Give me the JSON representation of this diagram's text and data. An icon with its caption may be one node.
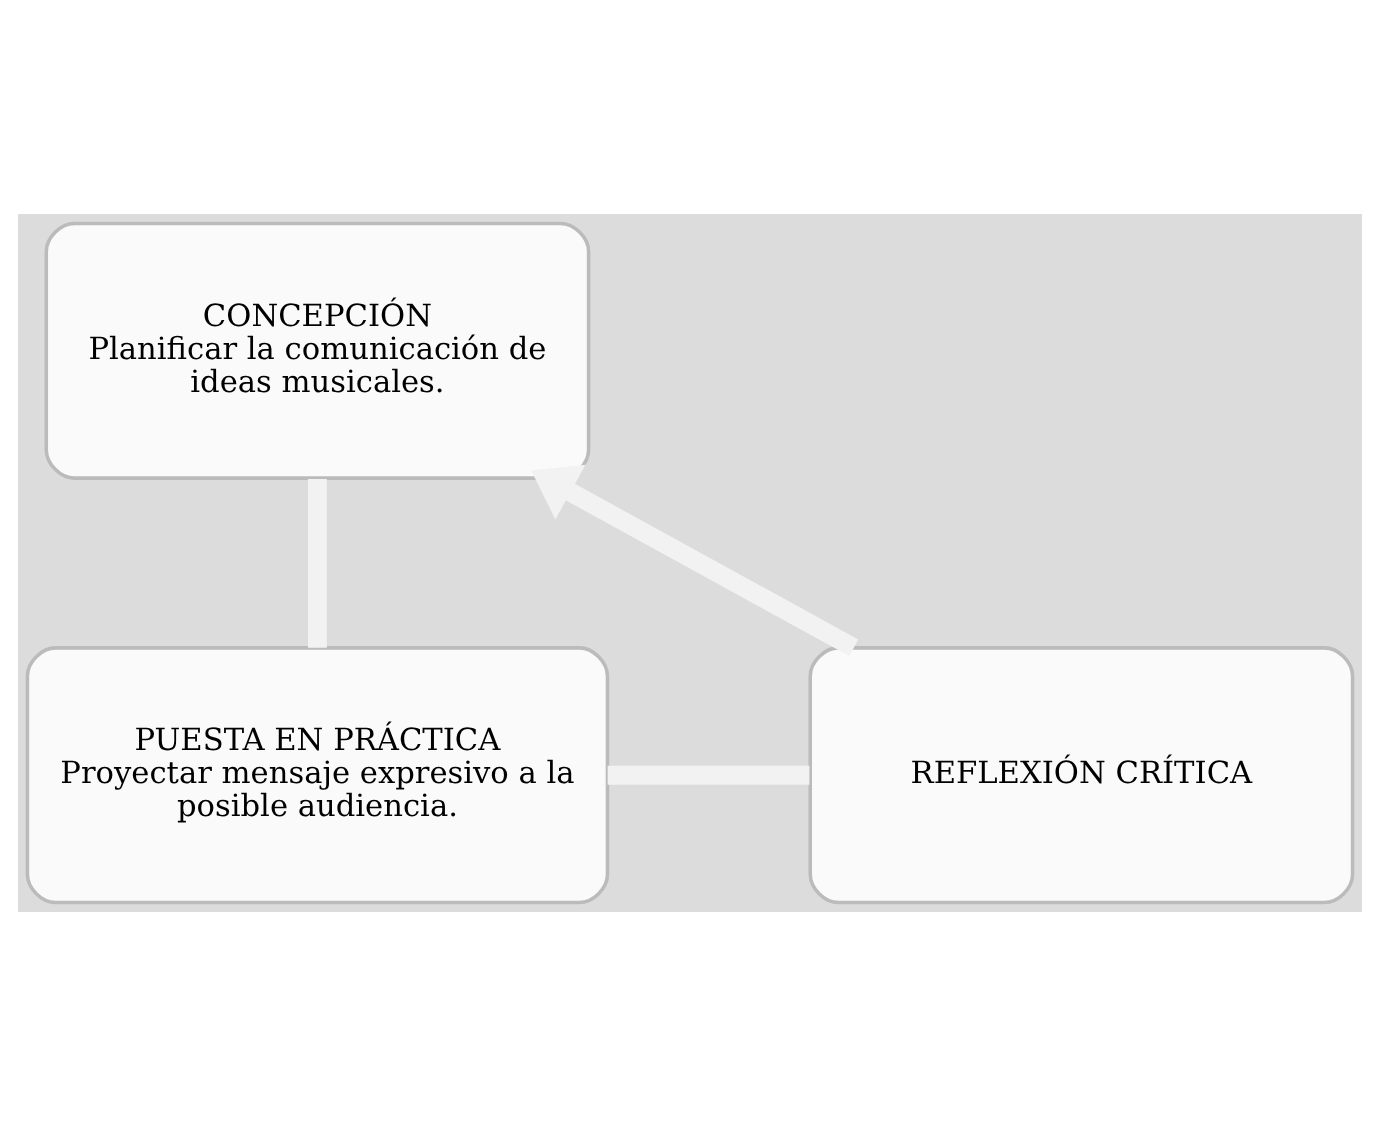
{
  "diagram": {
    "nodes": [
      {
        "text": [
          "CONCEPCIÓN",
          "Planificar la comunicación de ideas musicales."
        ]
      },
      {
        "text": [
          "PUESTA EN PRÁCTICA",
          "Proyectar mensaje expresivo a la posible audiencia."
        ]
      },
      {
        "text": [
          "REFLEXIÓN CRÍTICA"
        ]
      }
    ],
    "edges": [
      {
        "from": 0,
        "to": 1,
        "arrow": "none"
      },
      {
        "from": 1,
        "to": 2,
        "arrow": "none"
      },
      {
        "from": 2,
        "to": 0,
        "arrow": "to"
      }
    ]
  }
}
